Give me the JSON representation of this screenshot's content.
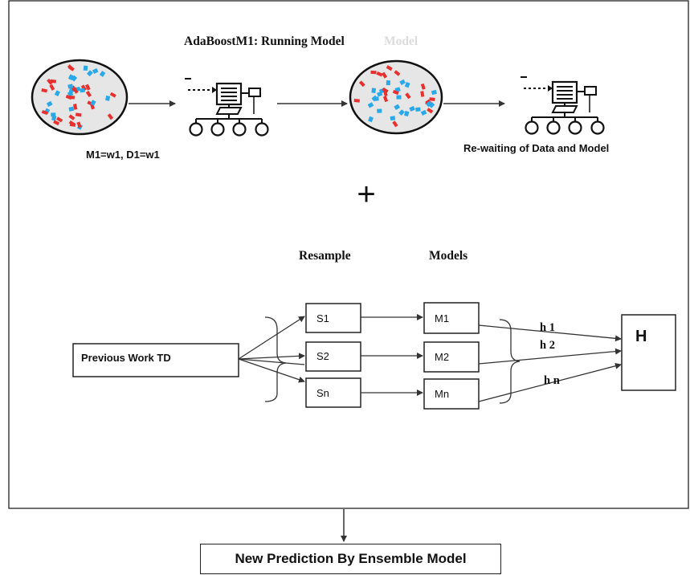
{
  "title_main": "AdaBoostM1: Running Model",
  "title_ghost": "Model",
  "caption_left": "M1=w1,  D1=w1",
  "caption_right": "Re-waiting of Data and Model",
  "plus_symbol": "+",
  "header_resample": "Resample",
  "header_models": "Models",
  "input_label": "Previous Work TD",
  "samples": [
    "S1",
    "S2",
    "Sn"
  ],
  "models": [
    "M1",
    "M2",
    "Mn"
  ],
  "hypotheses": [
    "h 1",
    "h 2",
    "h n"
  ],
  "combiner": "H",
  "output_label": "New Prediction By Ensemble Model",
  "colors": {
    "red_points": "#e8302e",
    "blue_points": "#2aa8e8",
    "line": "#333333"
  }
}
